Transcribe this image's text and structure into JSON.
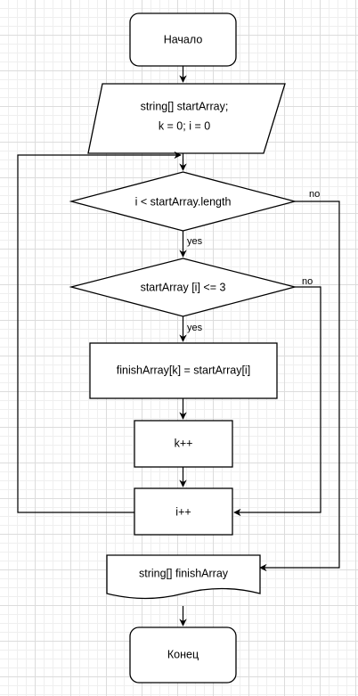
{
  "nodes": {
    "start": "Начало",
    "init_line1": "string[] startArray;",
    "init_line2": "k = 0; i = 0",
    "cond_loop": "i < startArray.length",
    "cond_len": "startArray [i] <= 3",
    "assign": "finishArray[k] = startArray[i]",
    "inc_k": "k++",
    "inc_i": "i++",
    "output": "string[] finishArray",
    "end": "Конец"
  },
  "labels": {
    "loop_yes": "yes",
    "loop_no": "no",
    "len_yes": "yes",
    "len_no": "no"
  },
  "colors": {
    "stroke": "#000000",
    "fill": "#ffffff",
    "grid": "#dcdcdc"
  }
}
